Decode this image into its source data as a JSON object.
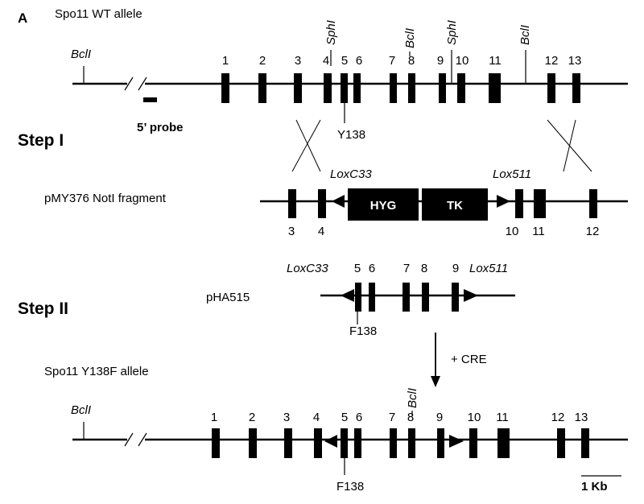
{
  "panel_letter": "A",
  "wt": {
    "label": "Spo11 WT allele",
    "bcl_left": "BclI",
    "site_sph1": "SphI",
    "site_bcl_mid": "BclI",
    "site_sph2": "SphI",
    "site_bcl_right": "BclI",
    "exons": [
      "1",
      "2",
      "3",
      "4",
      "5",
      "6",
      "7",
      "8",
      "9",
      "10",
      "11",
      "12",
      "13"
    ],
    "probe": "5’ probe",
    "mutation": "Y138"
  },
  "step1": {
    "label": "Step I",
    "fragment": "pMY376 NotI fragment",
    "lox_left": "LoxC33",
    "lox_right": "Lox511",
    "hyg": "HYG",
    "tk": "TK",
    "exons": [
      "3",
      "4",
      "10",
      "11",
      "12"
    ]
  },
  "step2": {
    "label": "Step II",
    "plasmid": "pHA515",
    "lox_left": "LoxC33",
    "lox_right": "Lox511",
    "exons": [
      "5",
      "6",
      "7",
      "8",
      "9"
    ],
    "mutation": "F138",
    "cre": "+ CRE"
  },
  "mut": {
    "label": "Spo11 Y138F allele",
    "bcl_left": "BclI",
    "bcl_mid": "BclI",
    "exons": [
      "1",
      "2",
      "3",
      "4",
      "5",
      "6",
      "7",
      "8",
      "9",
      "10",
      "11",
      "12",
      "13"
    ],
    "mutation": "F138",
    "scale": "1 Kb"
  }
}
